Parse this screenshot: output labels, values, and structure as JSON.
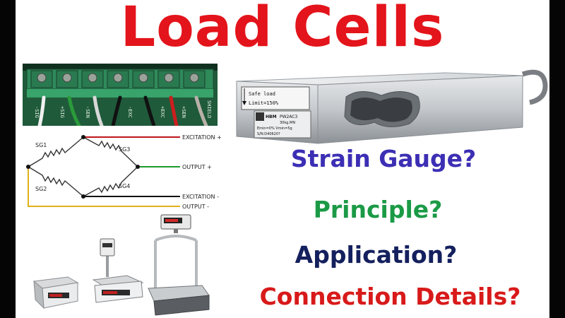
{
  "title": "Load Cells",
  "questions": {
    "strain_gauge": "Strain Gauge?",
    "principle": "Principle?",
    "application": "Application?",
    "connection": "Connection Details?"
  },
  "terminal_labels": [
    "-SIG",
    "+SIG",
    "-SEN",
    "-EXC",
    "+EXC",
    "+SEN",
    "SHIELD"
  ],
  "load_cell": {
    "label_line1": "Safe load",
    "label_line2": "Limit=150%",
    "plate_line1": "HBM",
    "plate_line2": "PW2AC3",
    "plate_line3": "30kg.MN",
    "plate_line4": "Emin=0%  Vmin=5g",
    "plate_line5": "S/N:D40620?"
  },
  "diagram": {
    "sg1": "SG1",
    "sg2": "SG2",
    "sg3": "SG3",
    "sg4": "SG4",
    "excitation_plus": "EXCITATION +",
    "output_plus": "OUTPUT +",
    "excitation_minus": "EXCITATION -",
    "output_minus": "OUTPUT -"
  },
  "colors": {
    "title": "#e3141b",
    "strain_gauge": "#3c2fb4",
    "principle": "#1b9a46",
    "application": "#14205e",
    "connection": "#d81a1a"
  }
}
